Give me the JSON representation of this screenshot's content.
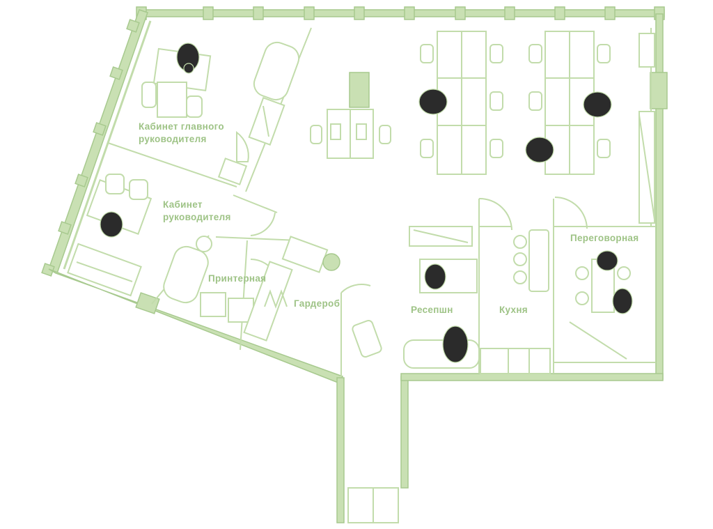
{
  "rooms": {
    "chief_office": {
      "line1": "Кабинет главного",
      "line2": "руководителя"
    },
    "manager_office": {
      "line1": "Кабинет",
      "line2": "руководителя"
    },
    "printer_room": "Принтерная",
    "wardrobe": "Гардероб",
    "reception": "Ресепшн",
    "kitchen": "Кухня",
    "meeting_room": "Переговорная"
  },
  "colors": {
    "wall": "#c9e0b3",
    "line": "#c2dcab",
    "label": "#9ec386",
    "person": "#2b2b2b"
  }
}
